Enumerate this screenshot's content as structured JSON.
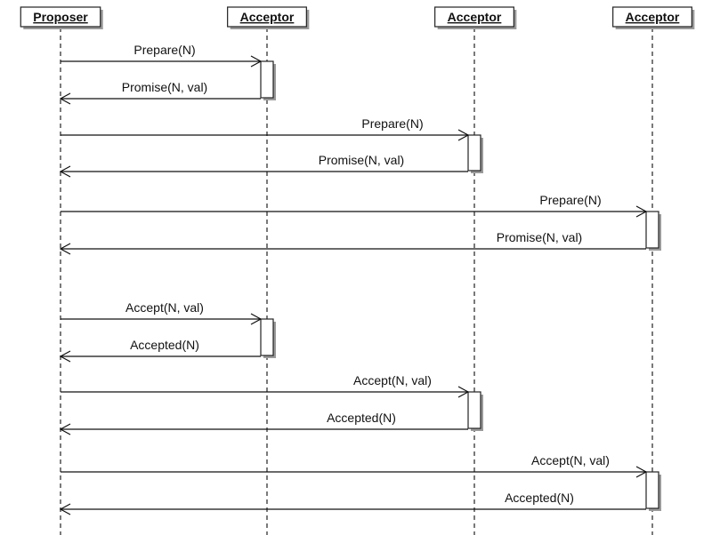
{
  "participants": [
    {
      "id": "proposer",
      "label": "Proposer"
    },
    {
      "id": "acceptor1",
      "label": "Acceptor"
    },
    {
      "id": "acceptor2",
      "label": "Acceptor"
    },
    {
      "id": "acceptor3",
      "label": "Acceptor"
    }
  ],
  "messages": [
    {
      "from": "proposer",
      "to": "acceptor1",
      "label": "Prepare(N)"
    },
    {
      "from": "acceptor1",
      "to": "proposer",
      "label": "Promise(N, val)"
    },
    {
      "from": "proposer",
      "to": "acceptor2",
      "label": "Prepare(N)"
    },
    {
      "from": "acceptor2",
      "to": "proposer",
      "label": "Promise(N, val)"
    },
    {
      "from": "proposer",
      "to": "acceptor3",
      "label": "Prepare(N)"
    },
    {
      "from": "acceptor3",
      "to": "proposer",
      "label": "Promise(N, val)"
    },
    {
      "from": "proposer",
      "to": "acceptor1",
      "label": "Accept(N, val)"
    },
    {
      "from": "acceptor1",
      "to": "proposer",
      "label": "Accepted(N)"
    },
    {
      "from": "proposer",
      "to": "acceptor2",
      "label": "Accept(N, val)"
    },
    {
      "from": "acceptor2",
      "to": "proposer",
      "label": "Accepted(N)"
    },
    {
      "from": "proposer",
      "to": "acceptor3",
      "label": "Accept(N, val)"
    },
    {
      "from": "acceptor3",
      "to": "proposer",
      "label": "Accepted(N)"
    }
  ],
  "activations": [
    {
      "on": "acceptor1"
    },
    {
      "on": "acceptor2"
    },
    {
      "on": "acceptor3"
    },
    {
      "on": "acceptor1"
    },
    {
      "on": "acceptor2"
    },
    {
      "on": "acceptor3"
    }
  ]
}
